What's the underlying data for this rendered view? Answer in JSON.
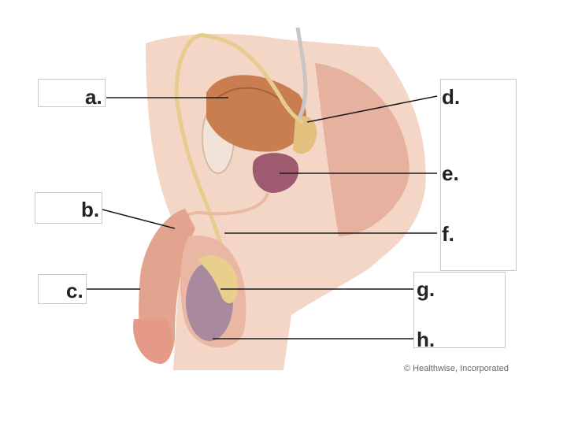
{
  "labels": {
    "a": "a.",
    "b": "b.",
    "c": "c.",
    "d": "d.",
    "e": "e.",
    "f": "f.",
    "g": "g.",
    "h": "h."
  },
  "credit": "© Healthwise, Incorporated",
  "colors": {
    "skin": "#f3d3c3",
    "skin_dark": "#e6ad97",
    "organ": "#d3936c",
    "prostate": "#9e5a6e",
    "duct": "#e9cf93",
    "testis": "#a8899e",
    "leader": "#1a1a1a"
  }
}
